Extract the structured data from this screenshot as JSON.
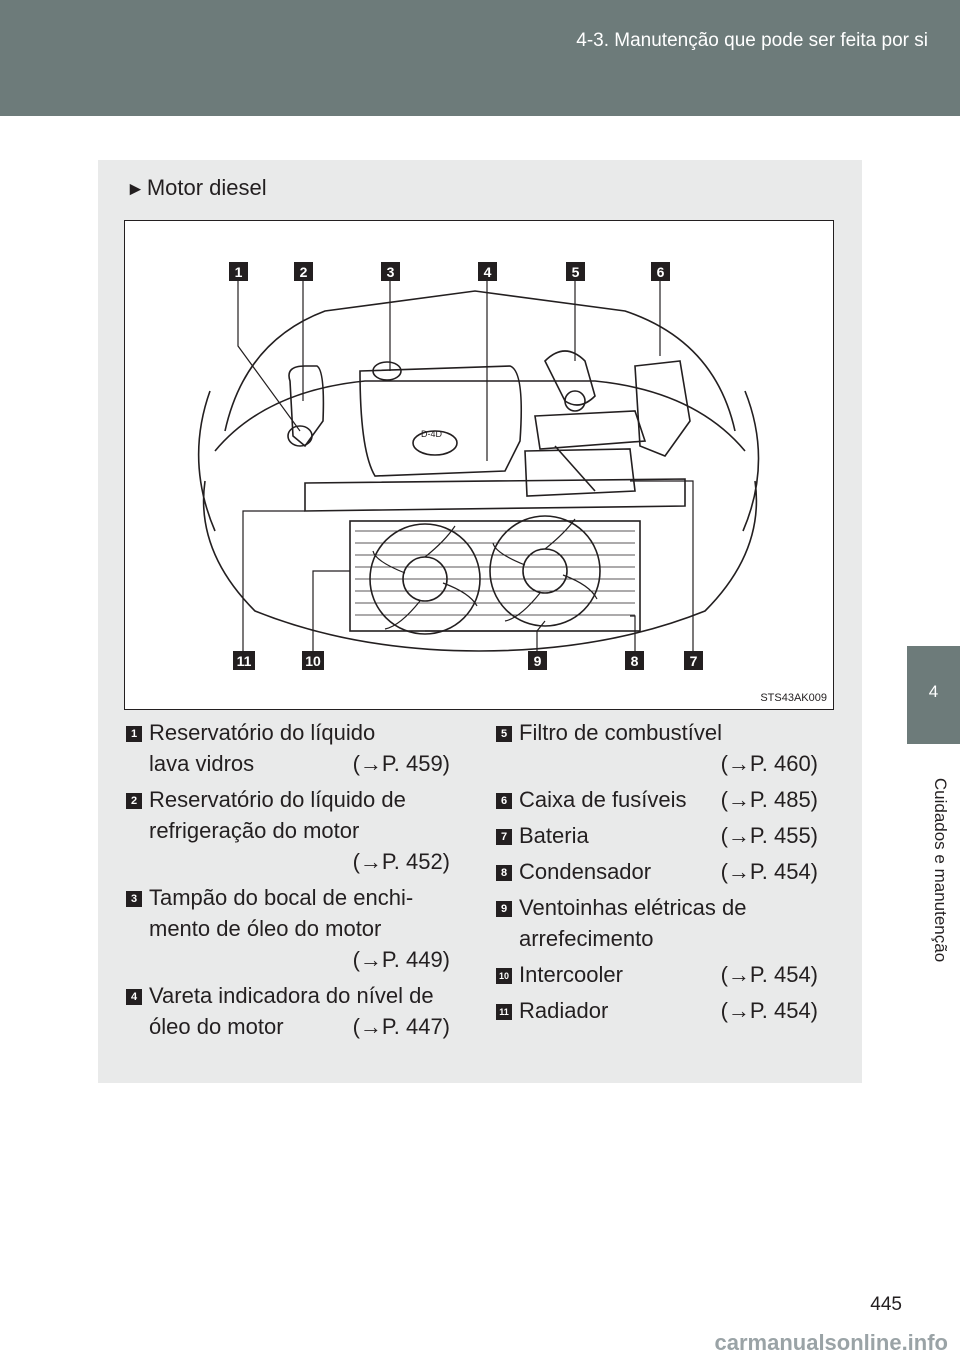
{
  "header": {
    "title": "4-3. Manutenção que pode ser feita por si"
  },
  "side_tab": {
    "number": "4",
    "label": "Cuidados e manutenção"
  },
  "section": {
    "marker": "►",
    "title": "Motor diesel"
  },
  "figure": {
    "code": "STS43AK009",
    "callouts_top": [
      "1",
      "2",
      "3",
      "4",
      "5",
      "6"
    ],
    "callouts_bottom": [
      "11",
      "10",
      "9",
      "8",
      "7"
    ],
    "badge_text": "D-4D"
  },
  "items_left": [
    {
      "num": "1",
      "line1": "Reservatório do líquido",
      "line2": "lava vidros",
      "ref": "(→P. 459)"
    },
    {
      "num": "2",
      "line1": "Reservatório do líquido de",
      "line2": "refrigeração do motor",
      "ref": "(→P. 452)"
    },
    {
      "num": "3",
      "line1": "Tampão do bocal de enchi-",
      "line2": "mento de óleo do motor",
      "ref": "(→P. 449)"
    },
    {
      "num": "4",
      "line1": "Vareta indicadora do nível de",
      "line2": "óleo do motor",
      "ref": "(→P. 447)"
    }
  ],
  "items_right": [
    {
      "num": "5",
      "line1": "Filtro de combustível",
      "ref": "(→P. 460)"
    },
    {
      "num": "6",
      "line1": "Caixa de fusíveis",
      "ref": "(→P. 485)"
    },
    {
      "num": "7",
      "line1": "Bateria",
      "ref": "(→P. 455)"
    },
    {
      "num": "8",
      "line1": "Condensador",
      "ref": "(→P. 454)"
    },
    {
      "num": "9",
      "line1": "Ventoinhas elétricas de",
      "line2": "arrefecimento"
    },
    {
      "num": "10",
      "line1": "Intercooler",
      "ref": "(→P. 454)"
    },
    {
      "num": "11",
      "line1": "Radiador",
      "ref": "(→P. 454)"
    }
  ],
  "page_number": "445",
  "watermark": "carmanualsonline.info"
}
